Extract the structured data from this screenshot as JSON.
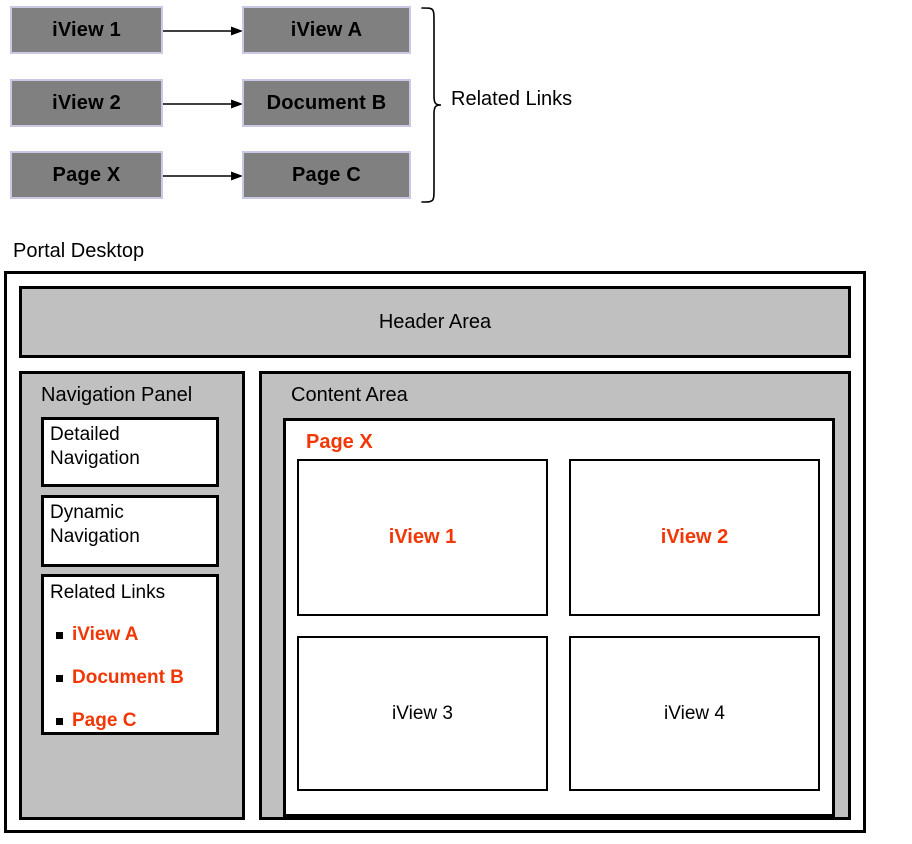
{
  "diagram": {
    "title_top": "Related Links",
    "title_bottom": "Portal Desktop",
    "colors": {
      "box_fill": "#808080",
      "box_border": "#c9c9e6",
      "panel_fill": "#c0c0c0",
      "outline": "#000000",
      "highlight_red": "#f23707"
    },
    "relations": [
      {
        "source": "iView 1",
        "target": "iView A"
      },
      {
        "source": "iView 2",
        "target": "Document B"
      },
      {
        "source": "Page X",
        "target": "Page C"
      }
    ]
  },
  "portal": {
    "label": "Portal Desktop",
    "header_area": "Header Area",
    "navigation_panel": {
      "title": "Navigation Panel",
      "blocks": [
        {
          "label": "Detailed\nNavigation"
        },
        {
          "label": "Dynamic\nNavigation"
        }
      ],
      "related_links": {
        "title": "Related Links",
        "items": [
          "iView A",
          "Document B",
          "Page C"
        ]
      }
    },
    "content_area": {
      "title": "Content Area",
      "page_title": "Page X",
      "iviews": [
        {
          "label": "iView 1",
          "highlighted": true
        },
        {
          "label": "iView 2",
          "highlighted": true
        },
        {
          "label": "iView 3",
          "highlighted": false
        },
        {
          "label": "iView 4",
          "highlighted": false
        }
      ]
    }
  }
}
